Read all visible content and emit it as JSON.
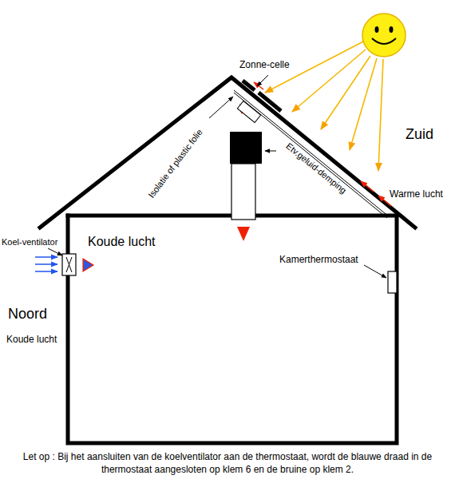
{
  "diagram": {
    "caption": "Let op : Bij het aansluiten van de koelventilator aan de thermostaat, wordt de blauwe draad in de thermostaat aangesloten op klem 6 en de bruine op klem 2.",
    "labels": [
      "Zonne-celle",
      "Zuid",
      "Isolatie of plastic folie",
      "Etv.geluid-demping",
      "Warme lucht",
      "Koel-ventilator",
      "Koude lucht",
      "Kamerthermostaat",
      "Noord",
      "Koude lucht"
    ]
  }
}
